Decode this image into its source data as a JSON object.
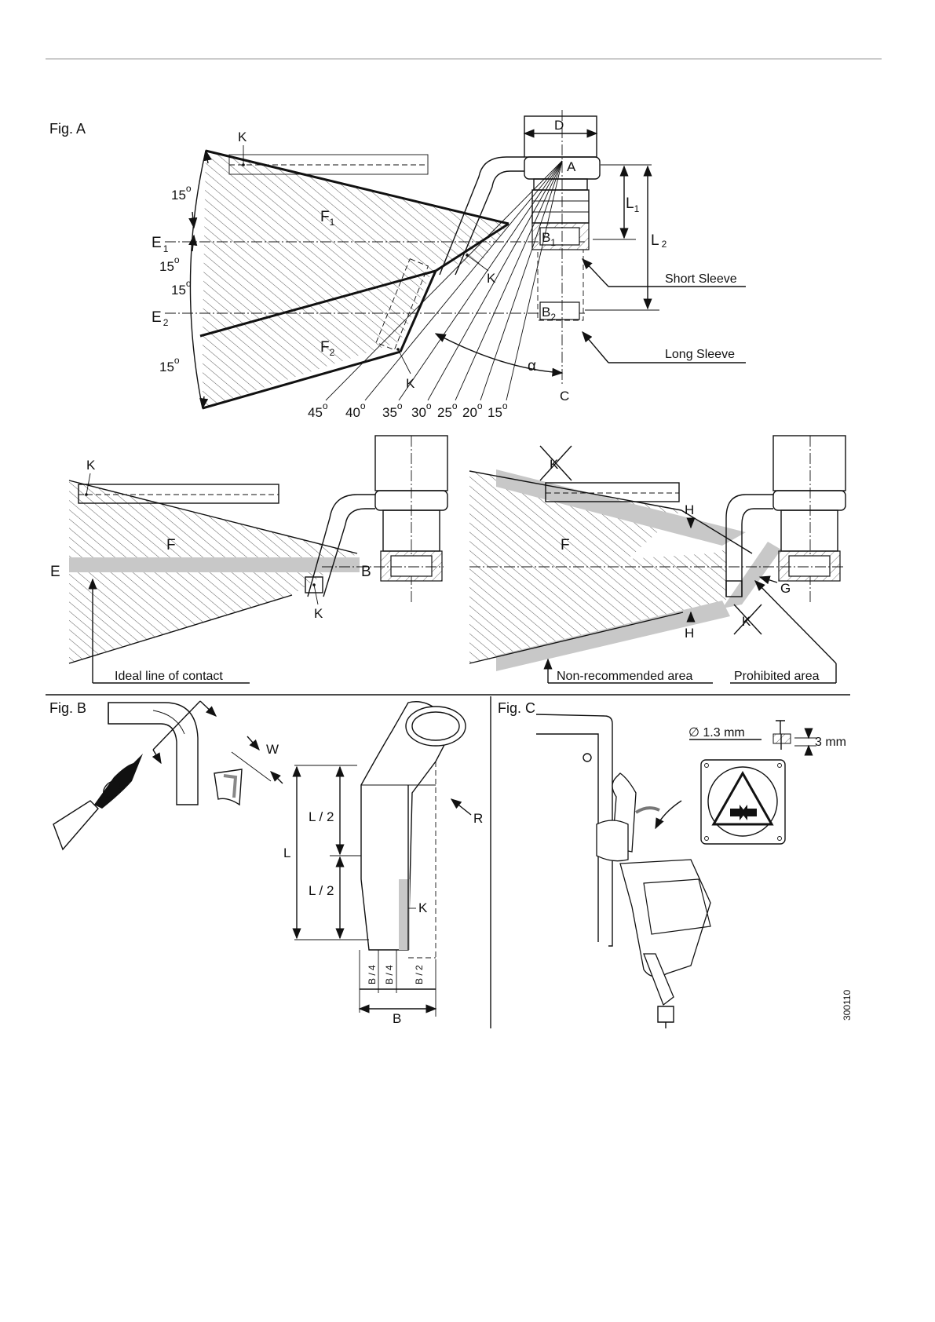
{
  "fig_a": {
    "title": "Fig. A",
    "dim_d": "D",
    "point_a": "A",
    "point_b1": "B",
    "point_b1_sub": "1",
    "point_b2": "B",
    "point_b2_sub": "2",
    "dim_l1": "L",
    "dim_l1_sub": "1",
    "dim_l2": "L",
    "dim_l2_sub": "2",
    "short_sleeve": "Short Sleeve",
    "long_sleeve": "Long Sleeve",
    "region_f1": "F",
    "region_f1_sub": "1",
    "region_f2": "F",
    "region_f2_sub": "2",
    "line_e1": "E",
    "line_e1_sub": "1",
    "line_e2": "E",
    "line_e2_sub": "2",
    "k_labels": [
      "K",
      "K",
      "K"
    ],
    "alpha": "α",
    "axis_c": "C",
    "angle_15_1": "15",
    "angle_15_2": "15",
    "angle_15_3": "15",
    "angle_15_4": "15",
    "degree": "o",
    "bottom_angles": [
      "45",
      "40",
      "35",
      "30",
      "25",
      "20",
      "15"
    ]
  },
  "fig_mid_left": {
    "k_top": "K",
    "k_bottom": "K",
    "region_f": "F",
    "line_e": "E",
    "point_b": "B",
    "caption": "Ideal line of contact"
  },
  "fig_mid_right": {
    "k_top": "K",
    "k_bottom": "K",
    "region_f": "F",
    "h_top": "H",
    "h_bottom": "H",
    "point_g": "G",
    "caption_nonrec": "Non-recommended area",
    "caption_prohibited": "Prohibited area"
  },
  "fig_b": {
    "title": "Fig. B",
    "w": "W",
    "r": "R",
    "l": "L",
    "l_half_1": "L / 2",
    "l_half_2": "L / 2",
    "k": "K",
    "b_quarter_1": "B / 4",
    "b_quarter_2": "B / 4",
    "b_half": "B / 2",
    "b": "B"
  },
  "fig_c": {
    "title": "Fig. C",
    "diameter": "∅ 1.3 mm",
    "depth": "3 mm"
  },
  "doc_number": "300110"
}
